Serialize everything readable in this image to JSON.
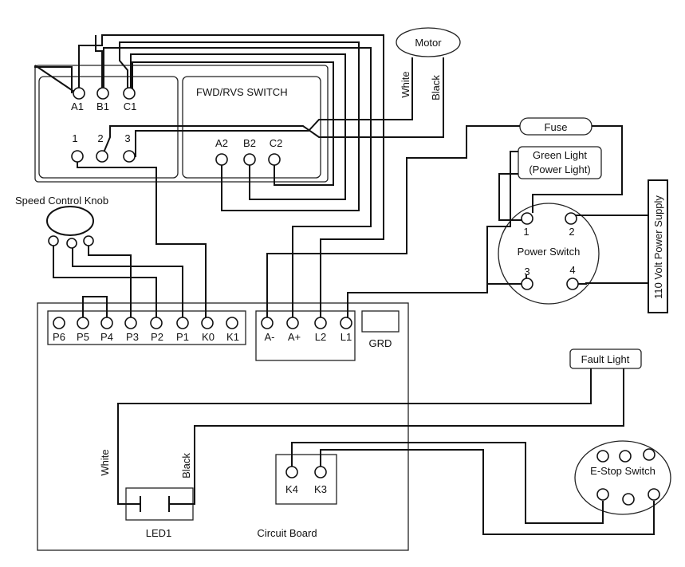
{
  "labels": {
    "motor": "Motor",
    "fwd_rvs_switch": "FWD/RVS SWITCH",
    "speed_control_knob": "Speed Control Knob",
    "fuse": "Fuse",
    "green_light_1": "Green Light",
    "green_light_2": "(Power Light)",
    "power_switch": "Power Switch",
    "power_supply": "110 Volt Power Supply",
    "fault_light": "Fault Light",
    "estop_switch": "E-Stop Switch",
    "circuit_board": "Circuit Board",
    "led1": "LED1",
    "grd": "GRD",
    "wire_white_motor": "White",
    "wire_black_motor": "Black",
    "wire_white_led": "White",
    "wire_black_led": "Black"
  },
  "terminals": {
    "a1": "A1",
    "b1": "B1",
    "c1": "C1",
    "t1": "1",
    "t2": "2",
    "t3": "3",
    "a2": "A2",
    "b2": "B2",
    "c2": "C2",
    "p6": "P6",
    "p5": "P5",
    "p4": "P4",
    "p3": "P3",
    "p2": "P2",
    "p1": "P1",
    "k0": "K0",
    "k1": "K1",
    "a_minus": "A-",
    "a_plus": "A+",
    "l2": "L2",
    "l1": "L1",
    "ps1": "1",
    "ps2": "2",
    "ps3": "3",
    "ps4": "4",
    "k4": "K4",
    "k3": "K3"
  }
}
